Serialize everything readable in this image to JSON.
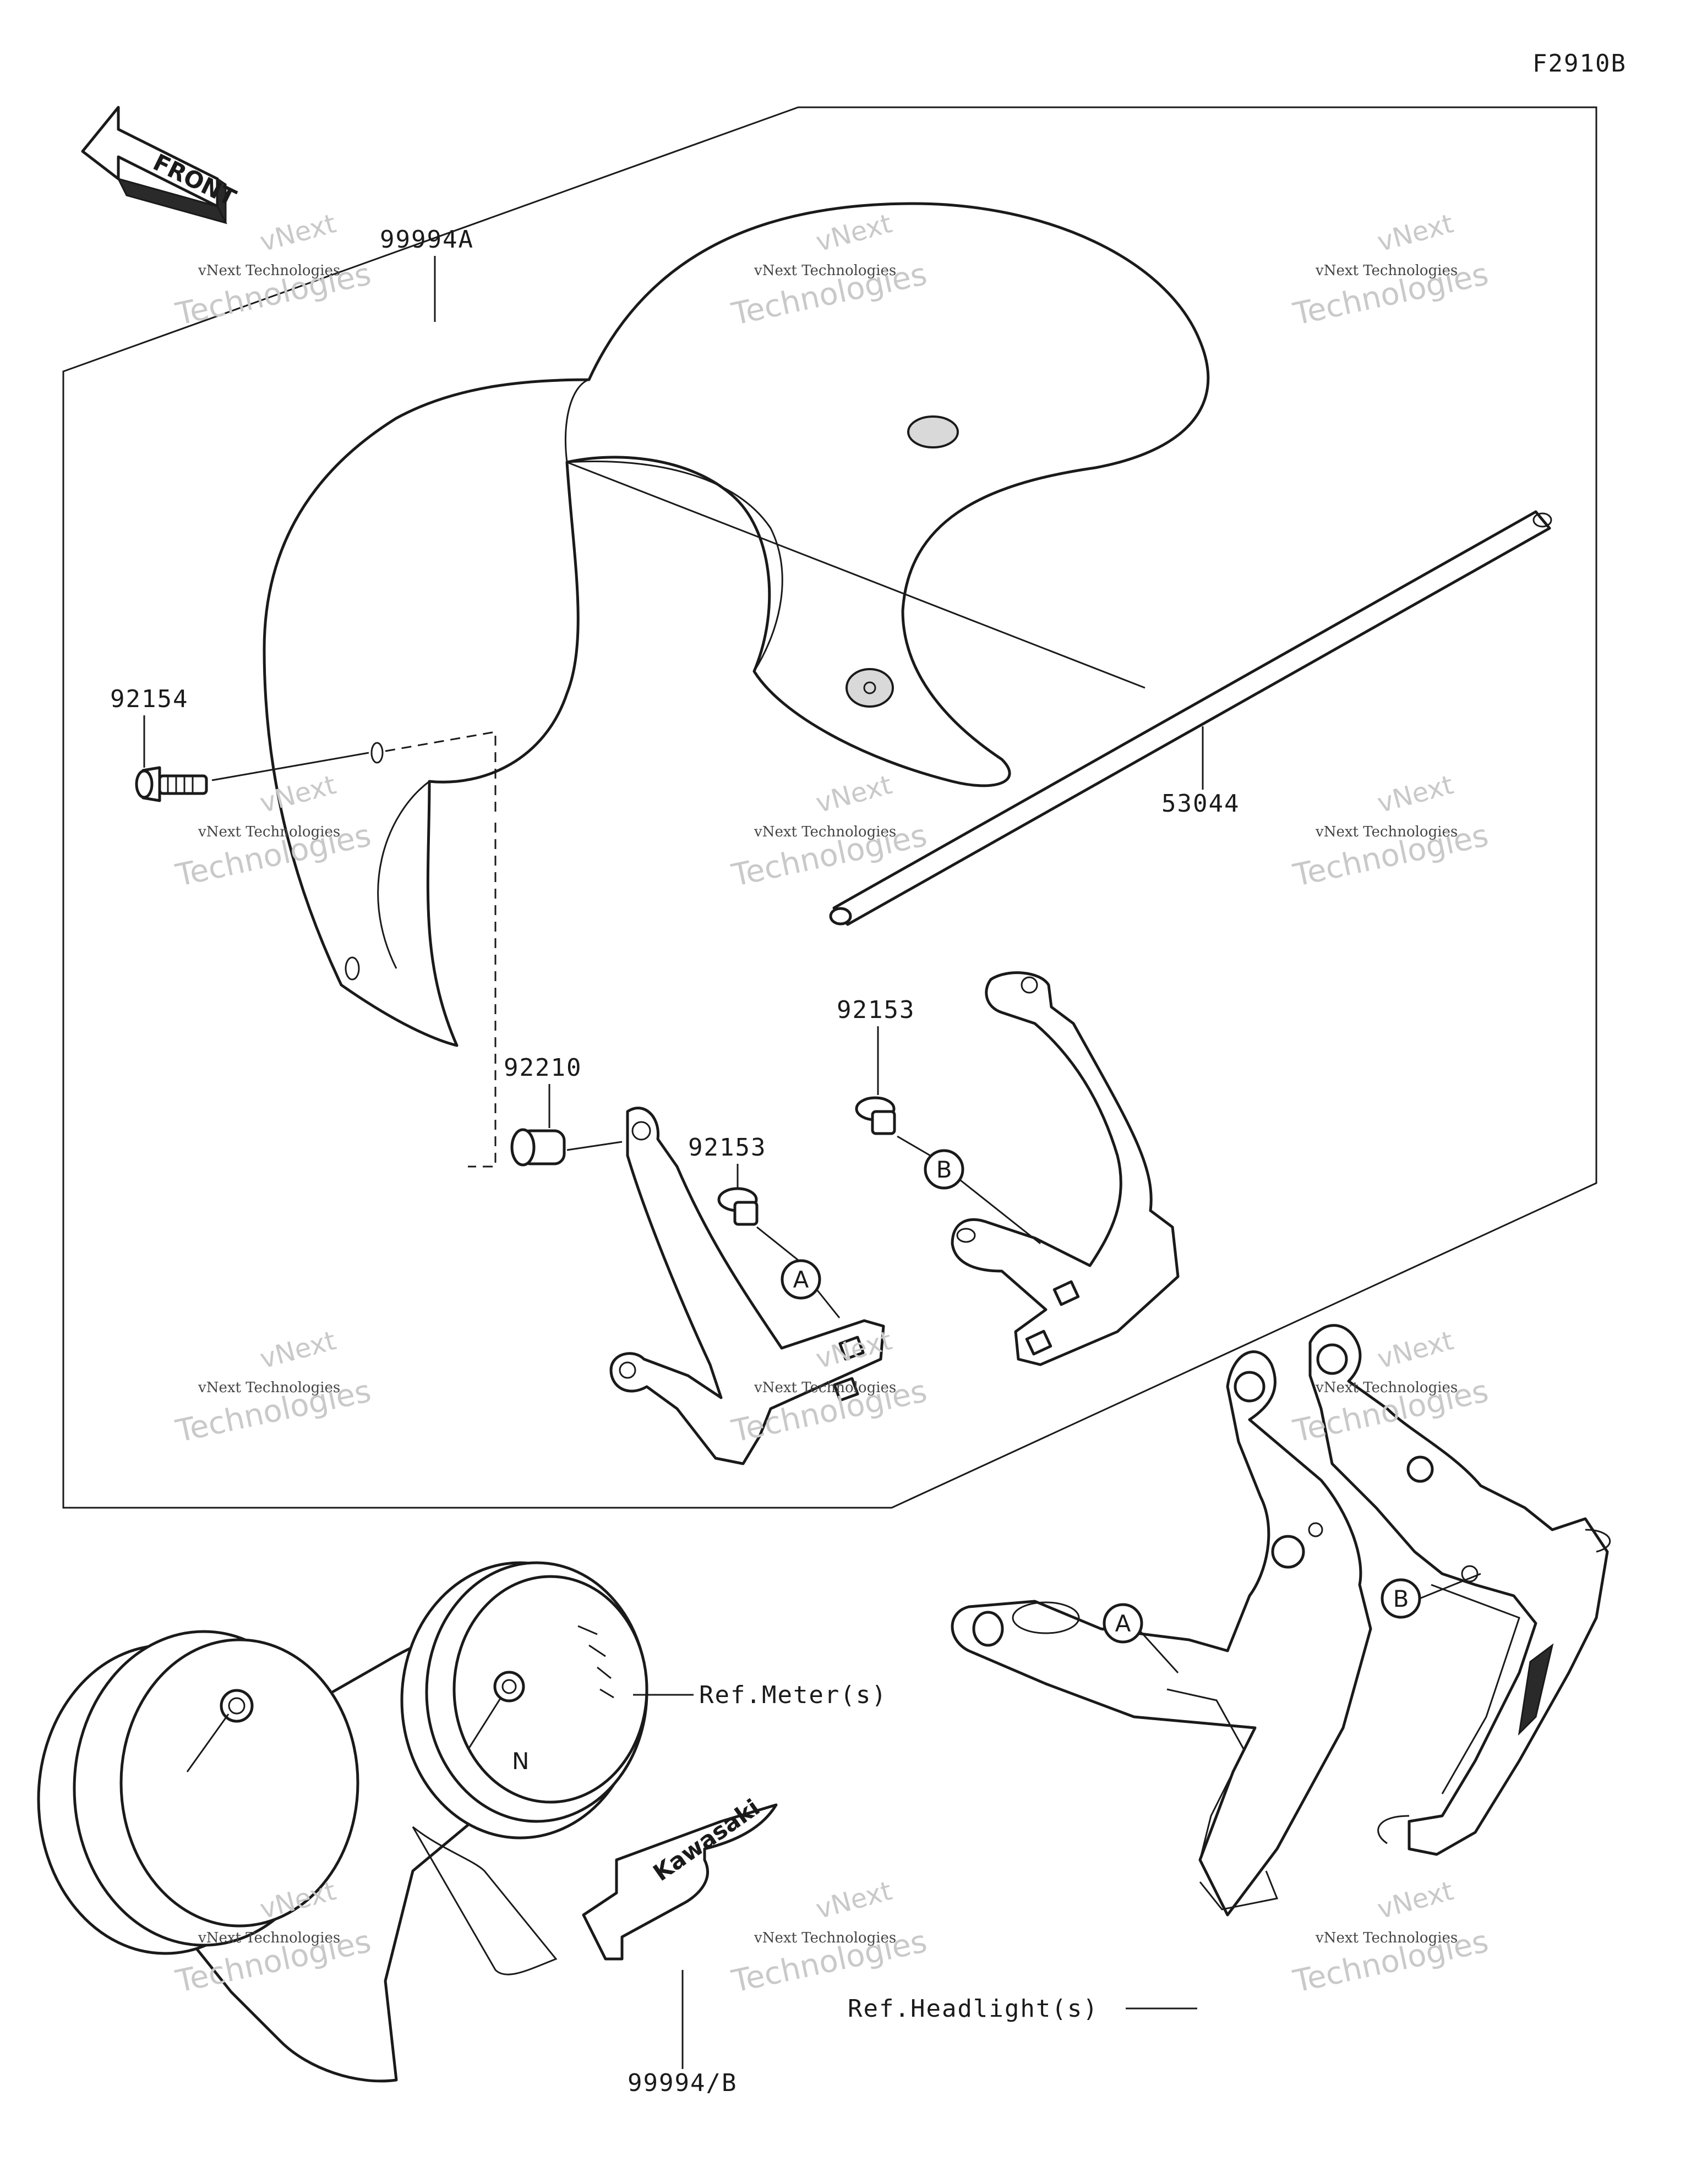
{
  "diagram_code": "F2910B",
  "front_arrow": {
    "label": "FRONT",
    "icon": "front-arrow-icon"
  },
  "parts": {
    "windshield": "99994A",
    "bolt_92154": "92154",
    "rod": "53044",
    "collar": "92210",
    "bolt_left": "92153",
    "bolt_right": "92153",
    "emblem": "99994/B"
  },
  "references": {
    "meters": "Ref.Meter(s)",
    "headlight": "Ref.Headlight(s)"
  },
  "callouts": {
    "a": "A",
    "b": "B"
  },
  "meter_marks": {
    "neutral": "N",
    "brand": "Kawasaki"
  },
  "watermark": {
    "brand": "vNext",
    "line1": "vNext Technologies",
    "line2": "Technologies"
  }
}
